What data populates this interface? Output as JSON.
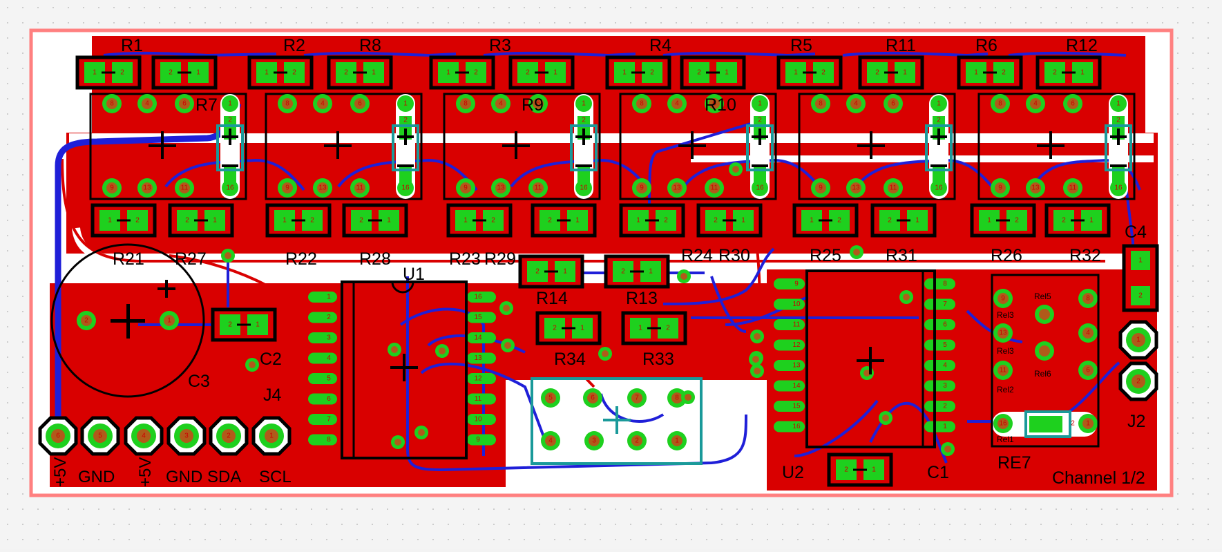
{
  "board": {
    "colors": {
      "copper_top": "#d90000",
      "copper_bottom": "#1f1fd8",
      "pad": "#1ed01e",
      "via": "#b05a1a",
      "silkscreen": "#000000",
      "outline": "#ff7f7f",
      "keepout": "#ffffff",
      "relay_outline": "#1a9a9a"
    },
    "board_label": "Channel 1/2",
    "components": {
      "R1": "R1",
      "R2": "R2",
      "R3": "R3",
      "R4": "R4",
      "R5": "R5",
      "R6": "R6",
      "R7": "R7",
      "R8": "R8",
      "R9": "R9",
      "R10": "R10",
      "R11": "R11",
      "R12": "R12",
      "R13": "R13",
      "R14": "R14",
      "R21": "R21",
      "R22": "R22",
      "R23": "R23",
      "R24": "R24",
      "R25": "R25",
      "R26": "R26",
      "R27": "R27",
      "R28": "R28",
      "R29": "R29",
      "R30": "R30",
      "R31": "R31",
      "R32": "R32",
      "R33": "R33",
      "R34": "R34",
      "C1": "C1",
      "C2": "C2",
      "C3": "C3",
      "C4": "C4",
      "U1": "U1",
      "U2": "U2",
      "J2": "J2",
      "J4": "J4",
      "RE7": "RE7"
    },
    "connector_labels": [
      "+5V",
      "GND",
      "+5V",
      "GND",
      "SDA",
      "SCL"
    ],
    "relay_labels": [
      "Rel5",
      "Rel3",
      "Rel3",
      "Rel6",
      "Rel2",
      "Rel1"
    ],
    "relay_top_pins": [
      "8",
      "4",
      "6",
      "1",
      "2",
      "16"
    ],
    "relay_bottom_pins": [
      "9",
      "13",
      "11",
      "16"
    ],
    "u1_left_pins": [
      "1",
      "2",
      "3",
      "4",
      "5",
      "6",
      "7",
      "8"
    ],
    "u1_right_pins": [
      "16",
      "15",
      "14",
      "13",
      "12",
      "11",
      "10",
      "9"
    ],
    "u2_left_pins": [
      "9",
      "10",
      "11",
      "12",
      "13",
      "14",
      "15",
      "16"
    ],
    "u2_right_pins": [
      "8",
      "7",
      "6",
      "5",
      "4",
      "3",
      "2",
      "1"
    ],
    "re7_pins": [
      "9",
      "13",
      "11",
      "16",
      "8",
      "4",
      "6",
      "1",
      "2"
    ],
    "pot_pins": [
      "5",
      "6",
      "7",
      "8",
      "4",
      "3",
      "2",
      "1"
    ],
    "j2_pins": [
      "1",
      "2"
    ],
    "j4_pins": [
      "6",
      "5",
      "4",
      "3",
      "2",
      "1"
    ],
    "resistor_pins": [
      "1",
      "2"
    ]
  }
}
